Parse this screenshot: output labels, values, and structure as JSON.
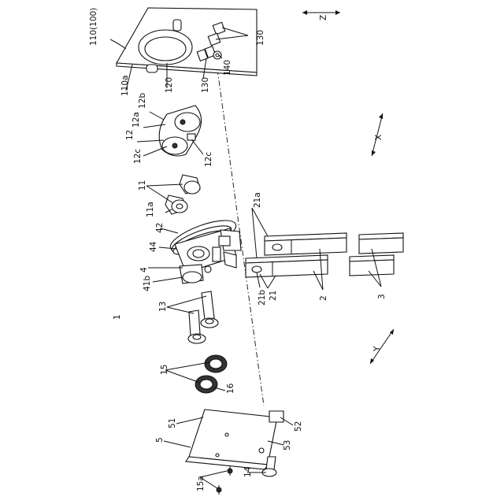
{
  "labels": {
    "l110": "110(100)",
    "l110a": "110a",
    "l120": "120",
    "l130a": "130",
    "l130b": "130",
    "l140": "140",
    "z": "Z",
    "x": "X",
    "y": "Y",
    "l12b": "12b",
    "l12a": "12a",
    "l12": "12",
    "l12c": "12c",
    "l11": "11",
    "l11a": "11a",
    "l42": "42",
    "l44": "44",
    "l4": "4",
    "l41b": "41b",
    "l21a": "21a",
    "l21b": "21b",
    "l21": "21",
    "l2": "2",
    "l3": "3",
    "l1": "1",
    "l13": "13",
    "l15": "15",
    "l16": "16",
    "l51": "51",
    "l5": "5",
    "l52": "52",
    "l53": "53",
    "l14": "14",
    "l15a": "15a"
  }
}
